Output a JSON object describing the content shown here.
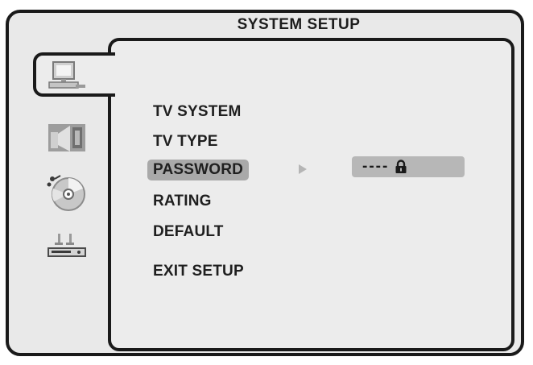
{
  "window": {
    "title": "SYSTEM SETUP"
  },
  "sidebar": {
    "tabs": [
      {
        "icon": "monitor-icon",
        "selected": true
      },
      {
        "icon": "speaker-icon",
        "selected": false
      },
      {
        "icon": "disc-icon",
        "selected": false
      },
      {
        "icon": "dvd-player-icon",
        "selected": false
      }
    ]
  },
  "menu": {
    "items": [
      {
        "label": "TV SYSTEM",
        "selected": false
      },
      {
        "label": "TV TYPE",
        "selected": false
      },
      {
        "label": "PASSWORD",
        "selected": true
      },
      {
        "label": "RATING",
        "selected": false
      },
      {
        "label": "DEFAULT",
        "selected": false
      },
      {
        "label": "EXIT SETUP",
        "selected": false
      }
    ],
    "submenu_arrow_icon": "triangle-right-icon"
  },
  "password": {
    "value": "----",
    "status_icon": "lock-icon"
  }
}
